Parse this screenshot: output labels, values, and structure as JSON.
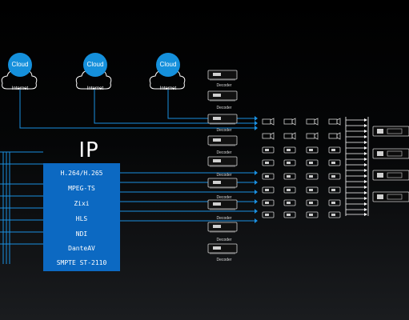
{
  "ip_block": {
    "title": "IP",
    "protocols": [
      "H.264/H.265",
      "MPEG-TS",
      "Zixi",
      "HLS",
      "NDI",
      "DanteAV",
      "SMPTE ST-2110"
    ],
    "fill_color": "#0c69c2"
  },
  "clouds": [
    {
      "label": "Cloud",
      "network_label": "Internet"
    },
    {
      "label": "Cloud",
      "network_label": "Internet"
    },
    {
      "label": "Cloud",
      "network_label": "Internet"
    }
  ],
  "decoders": [
    {
      "label": "Decoder"
    },
    {
      "label": "Decoder"
    },
    {
      "label": "Decoder"
    },
    {
      "label": "Decoder"
    },
    {
      "label": "Decoder"
    },
    {
      "label": "Decoder"
    },
    {
      "label": "Decoder"
    },
    {
      "label": "Decoder"
    },
    {
      "label": "Decoder"
    }
  ],
  "colors": {
    "link": "#1a8fe0",
    "cloud": "#1590dc",
    "device": "#cfcfcf",
    "output": "#ffffff"
  },
  "icons": {
    "cloud": "cloud-icon",
    "internet": "internet-cloud-icon",
    "decoder": "decoder-device-icon",
    "camera": "ptz-camera-icon",
    "display": "monitor-icon",
    "rack": "rack-device-icon"
  }
}
